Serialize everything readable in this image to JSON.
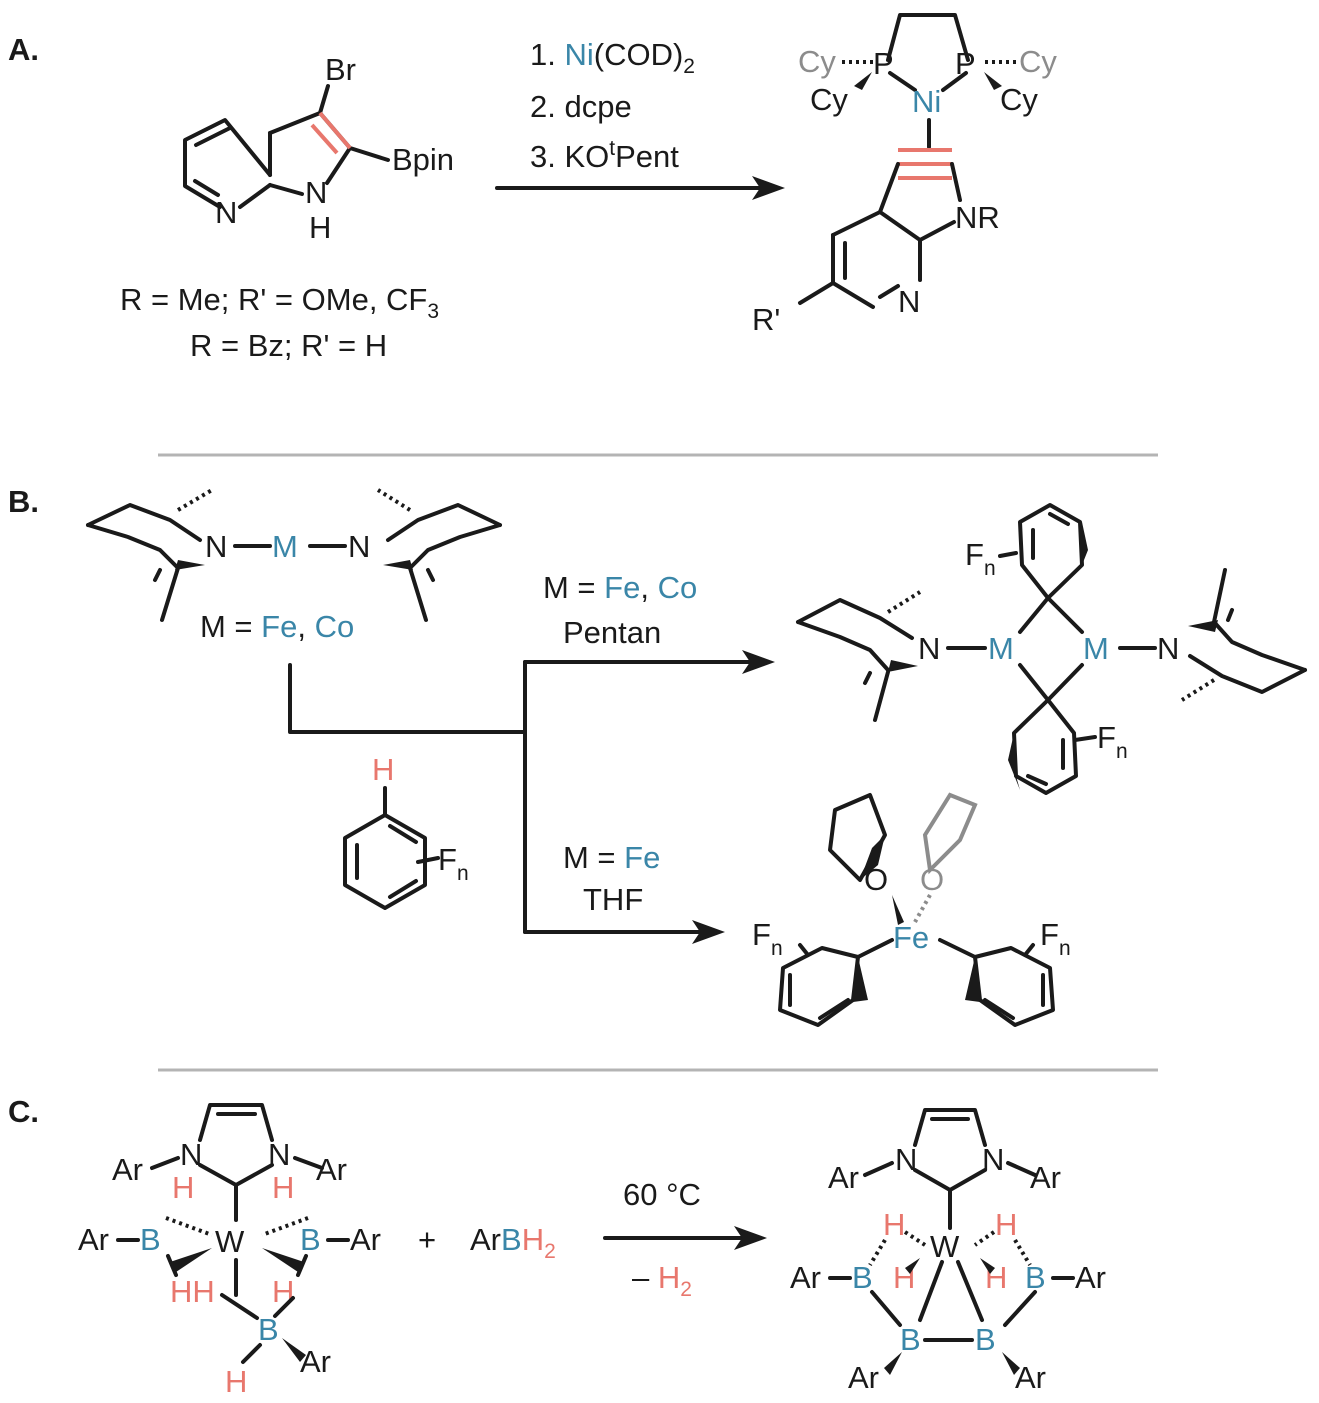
{
  "panels": {
    "a": {
      "label": "A.",
      "reactant": {
        "br": "Br",
        "bpin": "Bpin",
        "n": "N",
        "nh_n": "N",
        "nh_h": "H"
      },
      "conditions": {
        "step1_prefix": "1. ",
        "step1_ni": "Ni",
        "step1_rest": "(COD)",
        "step1_sub": "2",
        "step2": "2. dcpe",
        "step3_prefix": "3. KO",
        "step3_sup": "t",
        "step3_rest": "Pent"
      },
      "substituents": {
        "line1_main": "R = Me; R' = OMe, CF",
        "line1_sub": "3",
        "line2": "R = Bz; R' = H"
      },
      "product": {
        "cy": "Cy",
        "p": "P",
        "ni": "Ni",
        "nr": "NR",
        "n": "N",
        "rprime": "R'"
      }
    },
    "b": {
      "label": "B.",
      "reactant": {
        "n": "N",
        "m": "M",
        "m_eq": "M = ",
        "fe": "Fe",
        "comma": ", ",
        "co": "Co"
      },
      "arene": {
        "h": "H",
        "f": "F",
        "f_sub": "n"
      },
      "upper_conditions": {
        "m_eq": "M = ",
        "fe": "Fe",
        "comma": ", ",
        "co": "Co",
        "solvent": "Pentan"
      },
      "lower_conditions": {
        "m_eq": "M = ",
        "fe": "Fe",
        "solvent": "THF"
      },
      "dimer": {
        "n": "N",
        "m": "M",
        "f": "F",
        "f_sub": "n"
      },
      "fe_complex": {
        "fe": "Fe",
        "o": "O",
        "f": "F",
        "f_sub": "n"
      }
    },
    "c": {
      "label": "C.",
      "reactant": {
        "ar": "Ar",
        "n": "N",
        "h": "H",
        "b": "B",
        "w": "W",
        "hh": "HH"
      },
      "plus": "+",
      "borane": {
        "ar": "Ar",
        "b": "B",
        "h": "H",
        "sub": "2"
      },
      "conditions": {
        "temp": "60 °C",
        "minus": "– ",
        "h": "H",
        "sub": "2"
      },
      "product": {
        "ar": "Ar",
        "n": "N",
        "h": "H",
        "b": "B",
        "w": "W"
      }
    }
  },
  "colors": {
    "metal": "#3a86a8",
    "hydrogen": "#e8776d",
    "grey": "#8c8c8c",
    "ink": "#1a1a1a"
  }
}
